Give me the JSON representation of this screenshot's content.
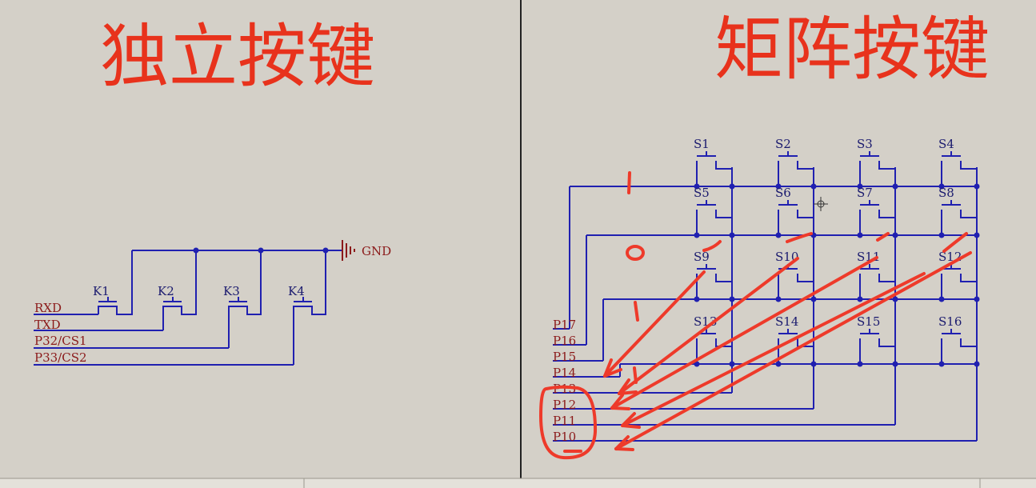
{
  "left_panel": {
    "title": "独立按键",
    "switch_labels": [
      "K1",
      "K2",
      "K3",
      "K4"
    ],
    "pin_labels": [
      "RXD",
      "TXD",
      "P32/CS1",
      "P33/CS2"
    ],
    "ground_label": "GND"
  },
  "right_panel": {
    "title": "矩阵按键",
    "switch_labels": [
      "S1",
      "S2",
      "S3",
      "S4",
      "S5",
      "S6",
      "S7",
      "S8",
      "S9",
      "S10",
      "S11",
      "S12",
      "S13",
      "S14",
      "S15",
      "S16"
    ],
    "port_labels": [
      "P17",
      "P16",
      "P15",
      "P14",
      "P13",
      "P12",
      "P11",
      "P10"
    ],
    "handwritten_marks": [
      "1",
      "0",
      "1",
      "1"
    ]
  },
  "colors": {
    "background": "#d4d0c8",
    "wire": "#2020b0",
    "pin_text": "#8b1a1a",
    "title": "#e8321c",
    "annotation": "#ee3a2a"
  }
}
